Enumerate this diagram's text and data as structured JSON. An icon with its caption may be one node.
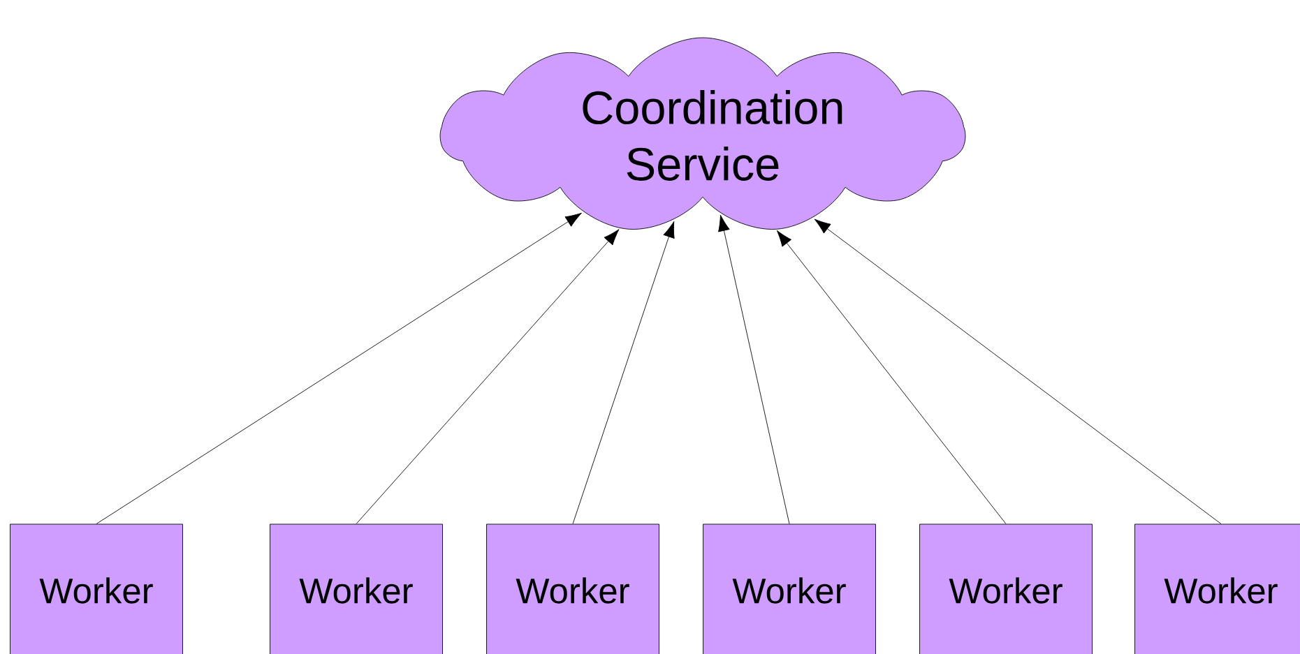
{
  "diagram": {
    "nodes": [
      {
        "text": [
          "Coordination Service"
        ]
      },
      {
        "text": [
          "Worker"
        ]
      },
      {
        "text": [
          "Worker"
        ]
      },
      {
        "text": [
          "Worker"
        ]
      },
      {
        "text": [
          "Worker"
        ]
      },
      {
        "text": [
          "Worker"
        ]
      },
      {
        "text": [
          "Worker"
        ]
      }
    ],
    "edges": [
      {
        "from": 1,
        "to": 0,
        "arrow": "to"
      },
      {
        "from": 2,
        "to": 0,
        "arrow": "to"
      },
      {
        "from": 3,
        "to": 0,
        "arrow": "to"
      },
      {
        "from": 4,
        "to": 0,
        "arrow": "to"
      },
      {
        "from": 5,
        "to": 0,
        "arrow": "to"
      },
      {
        "from": 6,
        "to": 0,
        "arrow": "to"
      }
    ]
  }
}
